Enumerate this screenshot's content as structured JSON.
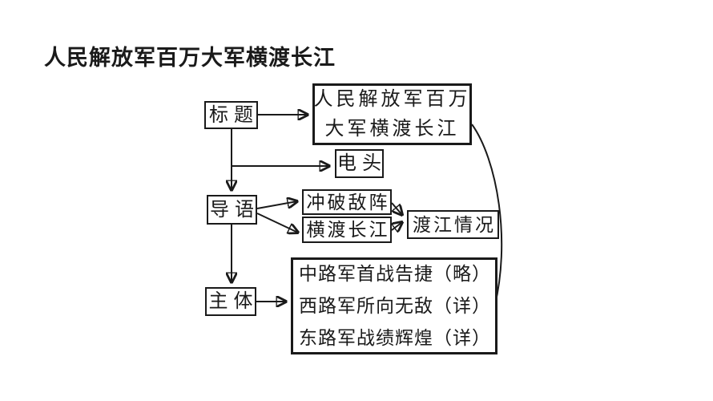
{
  "page": {
    "heading": "人民解放军百万大军横渡长江"
  },
  "diagram": {
    "colors": {
      "ink": "#1a1a1a",
      "background": "#ffffff"
    },
    "nodes": {
      "biaoti": {
        "label": "标题"
      },
      "title_content": {
        "line1": "人民解放军百万",
        "line2": "大军横渡长江"
      },
      "diantou": {
        "label": "电头"
      },
      "daoyu": {
        "label": "导语"
      },
      "chongpo": {
        "label": "冲破敌阵"
      },
      "hengdu": {
        "label": "横渡长江"
      },
      "dujiang": {
        "label": "渡江情况"
      },
      "zhuti": {
        "label": "主体"
      },
      "body_content": {
        "line1": "中路军首战告捷（略）",
        "line2": "西路军所向无敌（详）",
        "line3": "东路军战绩辉煌（详）"
      }
    }
  }
}
